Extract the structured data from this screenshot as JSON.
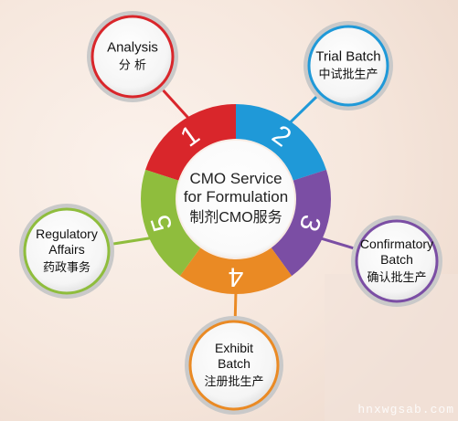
{
  "center": {
    "line1": "CMO Service",
    "line2": "for Formulation",
    "line3": "制剂CMO服务"
  },
  "stages": [
    {
      "number": "1",
      "color": "#d9262b",
      "title_lines": [
        "Analysis"
      ],
      "zh": "分 析",
      "border": "#d9262b"
    },
    {
      "number": "2",
      "color": "#1f99d8",
      "title_lines": [
        "Trial Batch"
      ],
      "zh": "中试批生产",
      "border": "#1f99d8"
    },
    {
      "number": "3",
      "color": "#7b4ea4",
      "title_lines": [
        "Confirmatory",
        "Batch"
      ],
      "zh": "确认批生产",
      "border": "#7b4ea4"
    },
    {
      "number": "4",
      "color": "#ea8a24",
      "title_lines": [
        "Exhibit",
        "Batch"
      ],
      "zh": "注册批生产",
      "border": "#ea8a24"
    },
    {
      "number": "5",
      "color": "#8fbd3d",
      "title_lines": [
        "Regulatory",
        "Affairs"
      ],
      "zh": "药政事务",
      "border": "#8fbd3d"
    }
  ],
  "watermark": "hnxwgsab.com"
}
